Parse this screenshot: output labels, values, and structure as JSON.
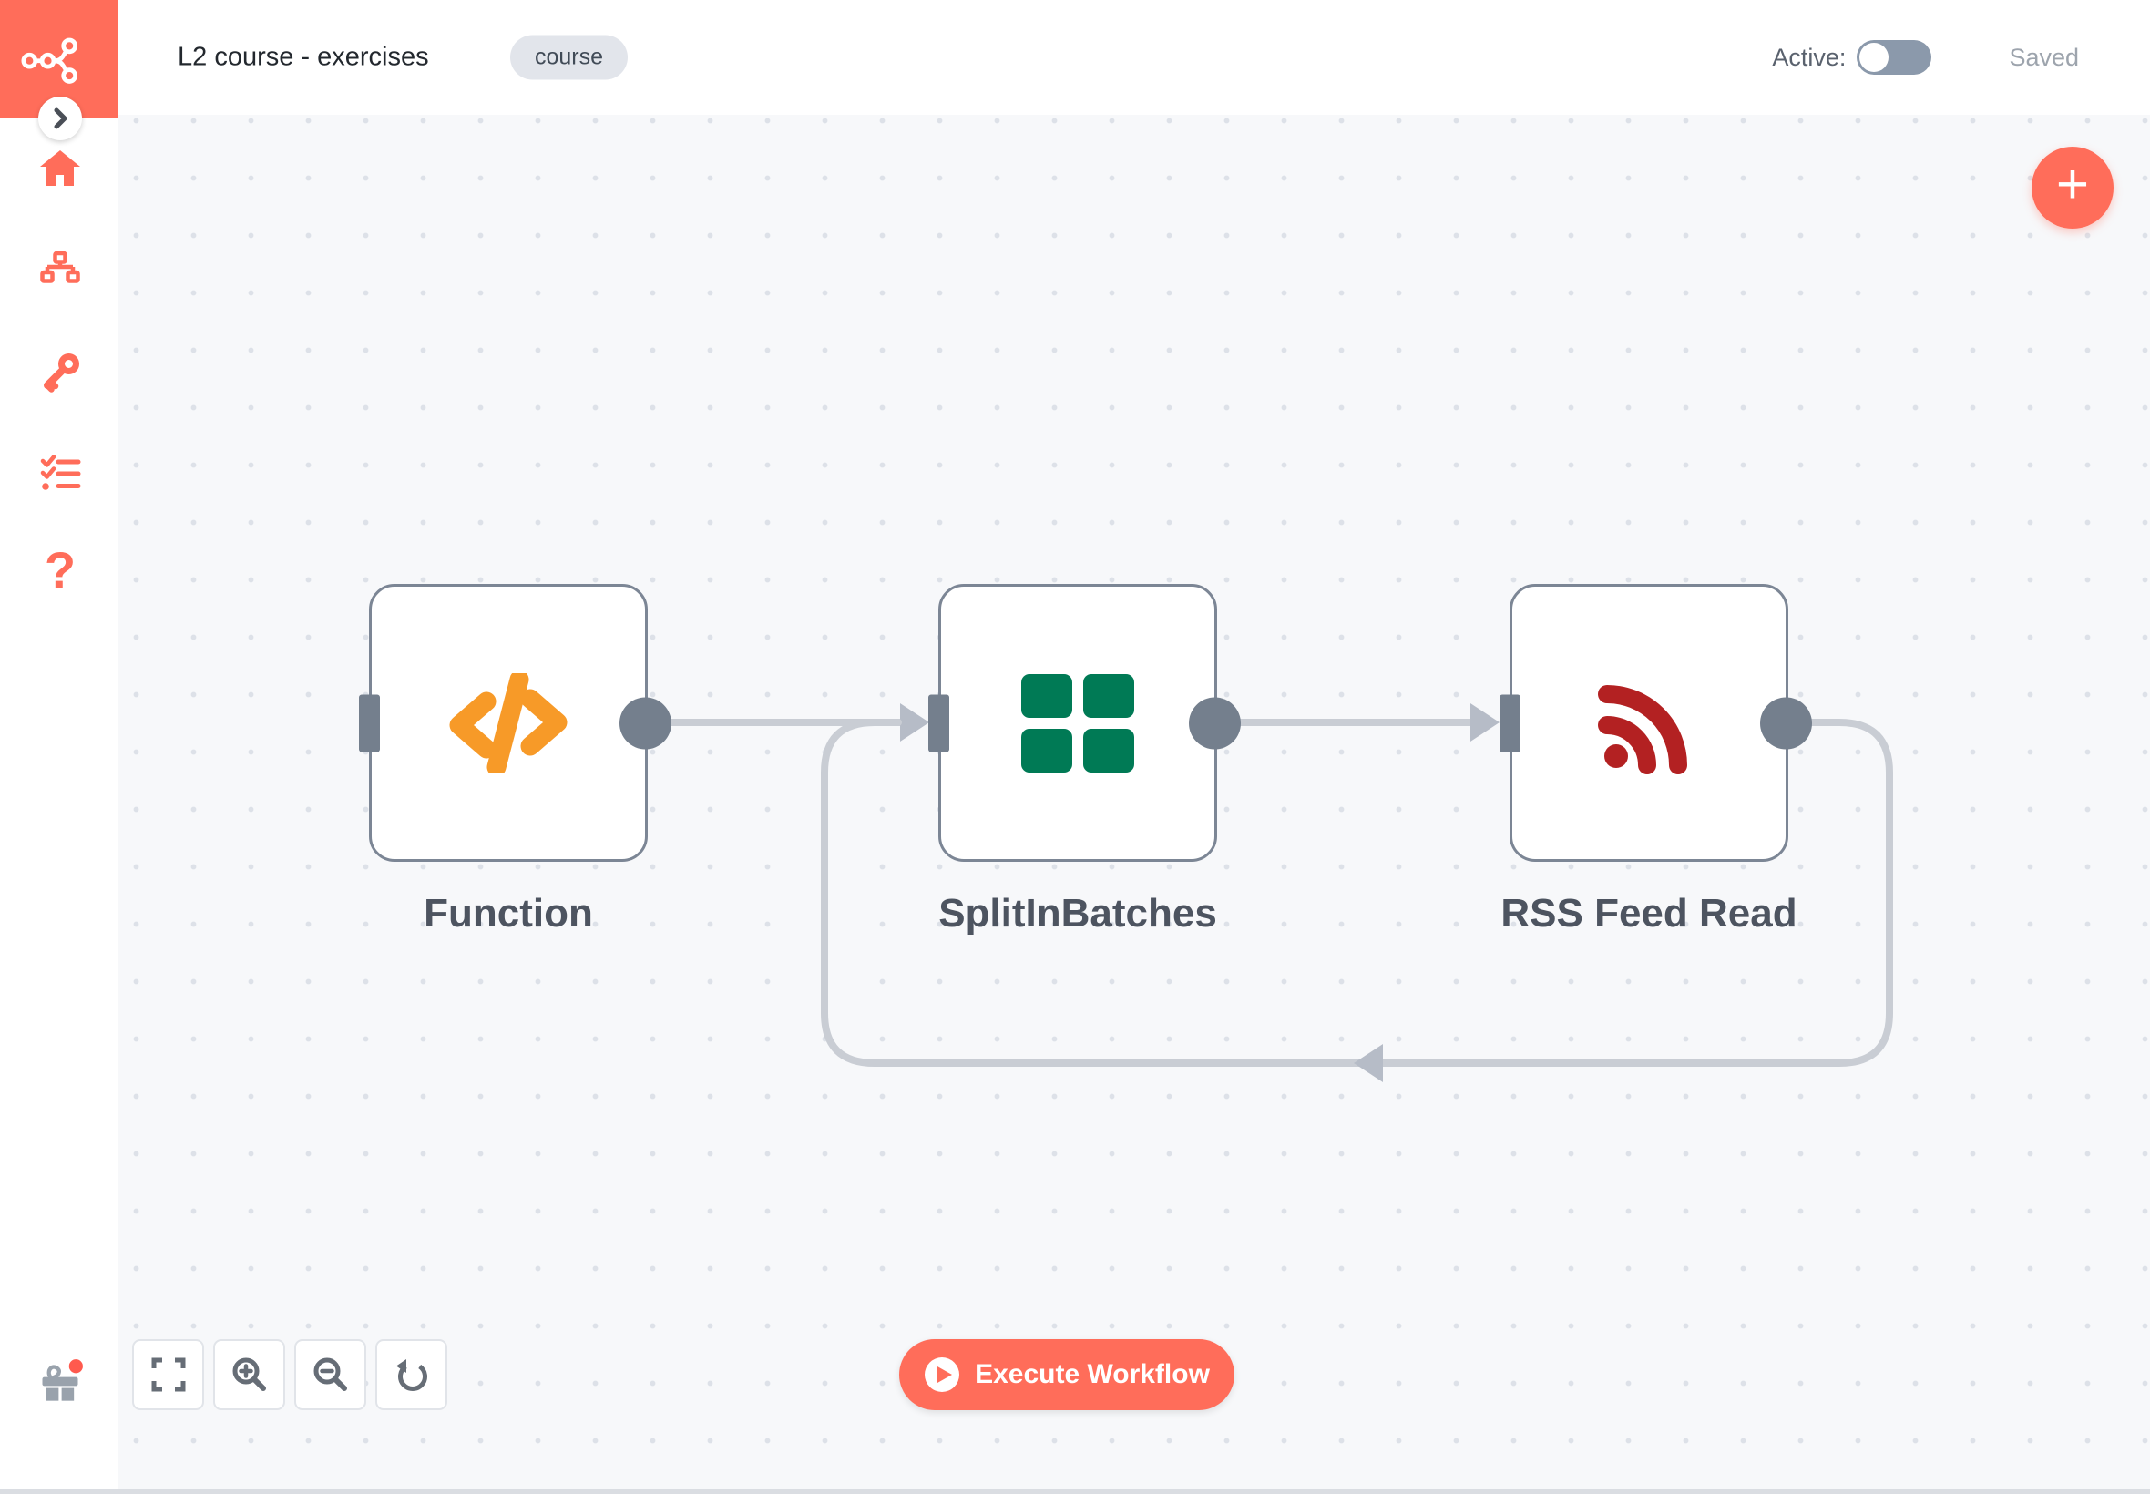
{
  "header": {
    "title": "L2 course - exercises",
    "tag": "course",
    "active_label": "Active:",
    "active_state": "off",
    "saved_status": "Saved"
  },
  "sidebar": {
    "logo_icon": "n8n-logo",
    "items": [
      {
        "icon": "home-icon"
      },
      {
        "icon": "workflows-icon"
      },
      {
        "icon": "credentials-icon"
      },
      {
        "icon": "executions-icon"
      },
      {
        "icon": "help-icon",
        "glyph": "?"
      }
    ],
    "bottom": {
      "icon": "gift-icon",
      "notification": true
    }
  },
  "canvas": {
    "add_button": "+",
    "nodes": [
      {
        "label": "Function",
        "icon": "code-icon",
        "icon_color": "#f79a28"
      },
      {
        "label": "SplitInBatches",
        "icon": "grid-icon",
        "icon_color": "#007a55"
      },
      {
        "label": "RSS Feed Read",
        "icon": "rss-icon",
        "icon_color": "#b32122"
      }
    ],
    "connections": [
      {
        "from": "Function",
        "to": "SplitInBatches"
      },
      {
        "from": "SplitInBatches",
        "to": "RSS Feed Read"
      },
      {
        "from": "RSS Feed Read",
        "to": "SplitInBatches",
        "type": "loop-back"
      }
    ],
    "controls": [
      {
        "icon": "fit-view-icon"
      },
      {
        "icon": "zoom-in-icon"
      },
      {
        "icon": "zoom-out-icon"
      },
      {
        "icon": "reset-zoom-icon"
      }
    ],
    "execute_button": "Execute Workflow"
  },
  "colors": {
    "brand": "#ff6d5a",
    "canvas_background": "#f7f8fa",
    "node_border": "#7c8695",
    "connection_line": "#c9cdd4",
    "toggle_track_off": "#8b99ab",
    "node_label_text": "#4d5460"
  }
}
